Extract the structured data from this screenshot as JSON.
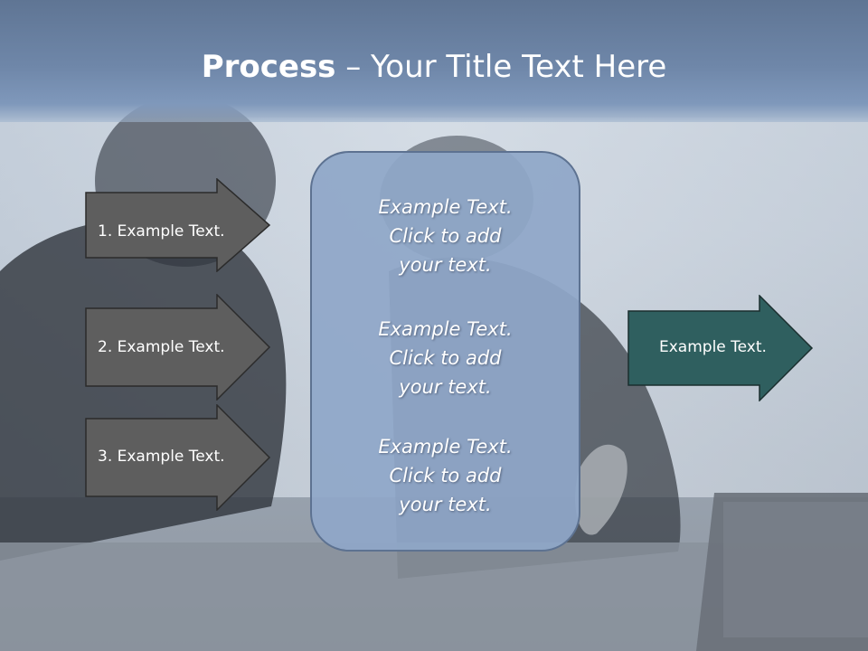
{
  "slide": {
    "title_bold": "Process",
    "title_rest": " – Your Title Text Here",
    "inputs": [
      {
        "label": "1. Example Text."
      },
      {
        "label": "2. Example Text."
      },
      {
        "label": "3. Example Text."
      }
    ],
    "center_blocks": [
      {
        "line1": "Example Text.",
        "line2": "Click  to add",
        "line3": "your text."
      },
      {
        "line1": "Example Text.",
        "line2": "Click  to add",
        "line3": "your text."
      },
      {
        "line1": "Example Text.",
        "line2": "Click  to add",
        "line3": "your text."
      }
    ],
    "output": {
      "label": "Example Text."
    }
  },
  "colors": {
    "header": "#6f87a9",
    "input_arrow": "#5e5e5e",
    "output_arrow": "#2f5f5f",
    "center_panel": "#8fa7c8",
    "panel_border": "#5d7291"
  }
}
